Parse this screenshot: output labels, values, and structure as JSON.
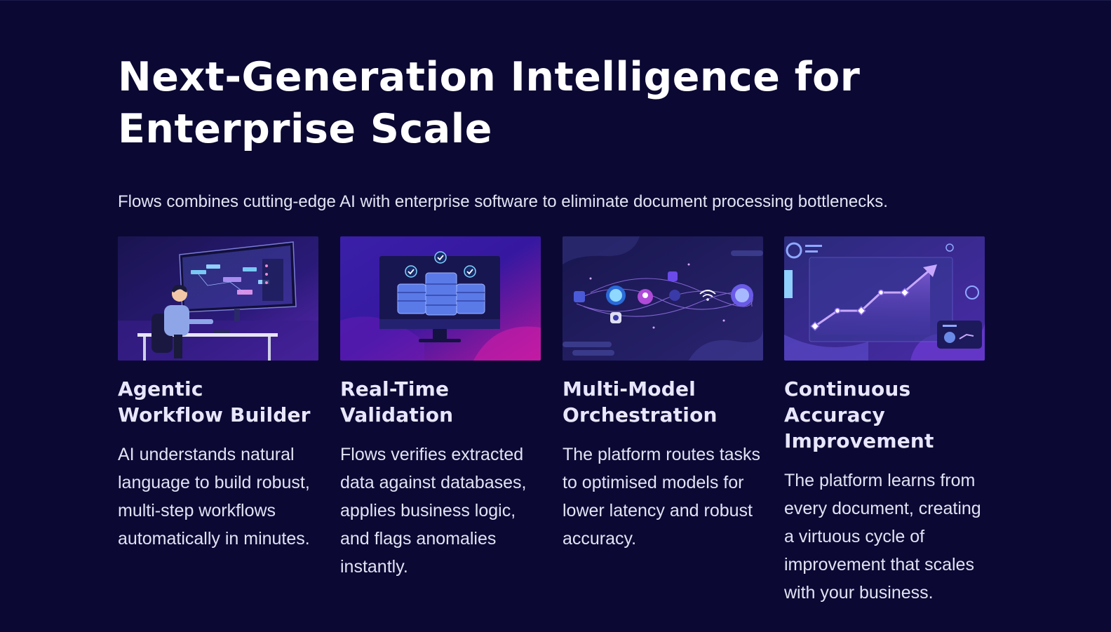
{
  "headline": {
    "line1": "Next-Generation Intelligence for",
    "line2": "Enterprise Scale"
  },
  "subheading": "Flows combines cutting-edge AI with enterprise software to eliminate document processing bottlenecks.",
  "colors": {
    "background": "#0b0933",
    "accent_purple": "#7b3fe4",
    "accent_magenta": "#b0179c",
    "accent_cyan": "#5ad1f0"
  },
  "cards": [
    {
      "title_line1": "Agentic",
      "title_line2": "Workflow Builder",
      "description": "AI understands natural language to build robust, multi-step workflows automatically in minutes.",
      "image_icon": "person-at-monitor-illustration"
    },
    {
      "title_line1": "Real-Time",
      "title_line2": "Validation",
      "description": "Flows verifies extracted data against databases, applies business logic, and flags anomalies instantly.",
      "image_icon": "database-validation-illustration"
    },
    {
      "title_line1": "Multi-Model",
      "title_line2": "Orchestration",
      "description": "The platform routes tasks to optimised models for lower latency and robust accuracy.",
      "image_icon": "model-network-illustration"
    },
    {
      "title_line1": "Continuous",
      "title_line2": "Accuracy Improvement",
      "description": "The platform learns from every document, creating a virtuous cycle of improvement that scales with your business.",
      "image_icon": "growth-chart-illustration"
    }
  ]
}
